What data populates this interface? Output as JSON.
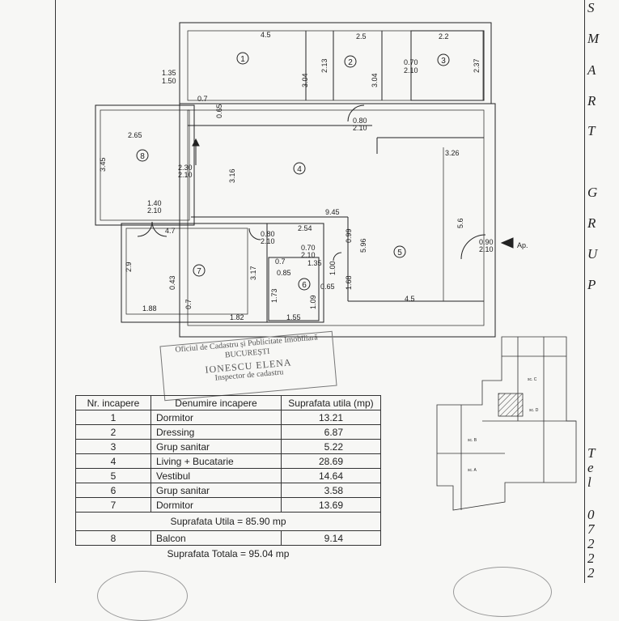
{
  "side_text": {
    "letters": [
      "S",
      "M",
      "A",
      "R",
      "T",
      "G",
      "R",
      "U",
      "P"
    ],
    "tel_letters": [
      "T",
      "e",
      "l"
    ],
    "phone_digits": [
      "0",
      "7",
      "2",
      "2",
      "2"
    ]
  },
  "plan": {
    "rooms": [
      {
        "id": "1",
        "num": "1"
      },
      {
        "id": "2",
        "num": "2"
      },
      {
        "id": "3",
        "num": "3"
      },
      {
        "id": "4",
        "num": "4"
      },
      {
        "id": "5",
        "num": "5"
      },
      {
        "id": "6",
        "num": "6"
      },
      {
        "id": "7",
        "num": "7"
      },
      {
        "id": "8",
        "num": "8"
      }
    ],
    "dimensions": {
      "d45a": "4.5",
      "d25": "2.5",
      "d22": "2.2",
      "d304a": "3.04",
      "d213": "2.13",
      "d304b": "3.04",
      "d070top": "0.70",
      "d210a": "2.10",
      "d237": "2.37",
      "d135": "1.35",
      "d150": "1.50",
      "d07a": "0.7",
      "d065a": "0.65",
      "d080a": "0.80",
      "d210b": "2.10",
      "d265": "2.65",
      "d345": "3.45",
      "d230": "2.30",
      "d210c": "2.10",
      "d316": "3.16",
      "d326": "3.26",
      "d140": "1.40",
      "d210d": "2.10",
      "d945": "9.45",
      "d56": "5.6",
      "d47": "4.7",
      "d080b": "0.80",
      "d210e": "2.10",
      "d254": "2.54",
      "d099": "0.99",
      "d596": "5.96",
      "d090": "0.90",
      "d210f": "2.10",
      "d070b": "0.70",
      "d210g": "2.10",
      "d29": "2.9",
      "d07b": "0.7",
      "d135b": "1.35",
      "d085": "0.85",
      "d100": "1.00",
      "d043": "0.43",
      "d317": "3.17",
      "d065b": "0.65",
      "d168": "1.68",
      "d173": "1.73",
      "d109": "1.09",
      "d45b": "4.5",
      "d188": "1.88",
      "d07c": "0.7",
      "d182": "1.82",
      "d155": "1.55"
    },
    "entrance_label": "Ap."
  },
  "stamp": {
    "line1": "Oficiul de Cadastru și Publicitate Imobiliară",
    "line2": "BUCUREȘTI",
    "name": "IONESCU ELENA",
    "line4": "Inspector de cadastru"
  },
  "table": {
    "headers": [
      "Nr. incapere",
      "Denumire incapere",
      "Suprafata utila (mp)"
    ],
    "rows": [
      {
        "nr": "1",
        "name": "Dormitor",
        "area": "13.21"
      },
      {
        "nr": "2",
        "name": "Dressing",
        "area": "6.87"
      },
      {
        "nr": "3",
        "name": "Grup sanitar",
        "area": "5.22"
      },
      {
        "nr": "4",
        "name": "Living + Bucatarie",
        "area": "28.69"
      },
      {
        "nr": "5",
        "name": "Vestibul",
        "area": "14.64"
      },
      {
        "nr": "6",
        "name": "Grup sanitar",
        "area": "3.58"
      },
      {
        "nr": "7",
        "name": "Dormitor",
        "area": "13.69"
      }
    ],
    "utila": "Suprafata Utila =  85.90 mp",
    "balcon": {
      "nr": "8",
      "name": "Balcon",
      "area": "9.14"
    },
    "totala": "Suprafata Totala =  95.04 mp"
  },
  "site_plan": {
    "labels": [
      "sc. C",
      "sc. D",
      "sc. B",
      "sc. A"
    ]
  }
}
